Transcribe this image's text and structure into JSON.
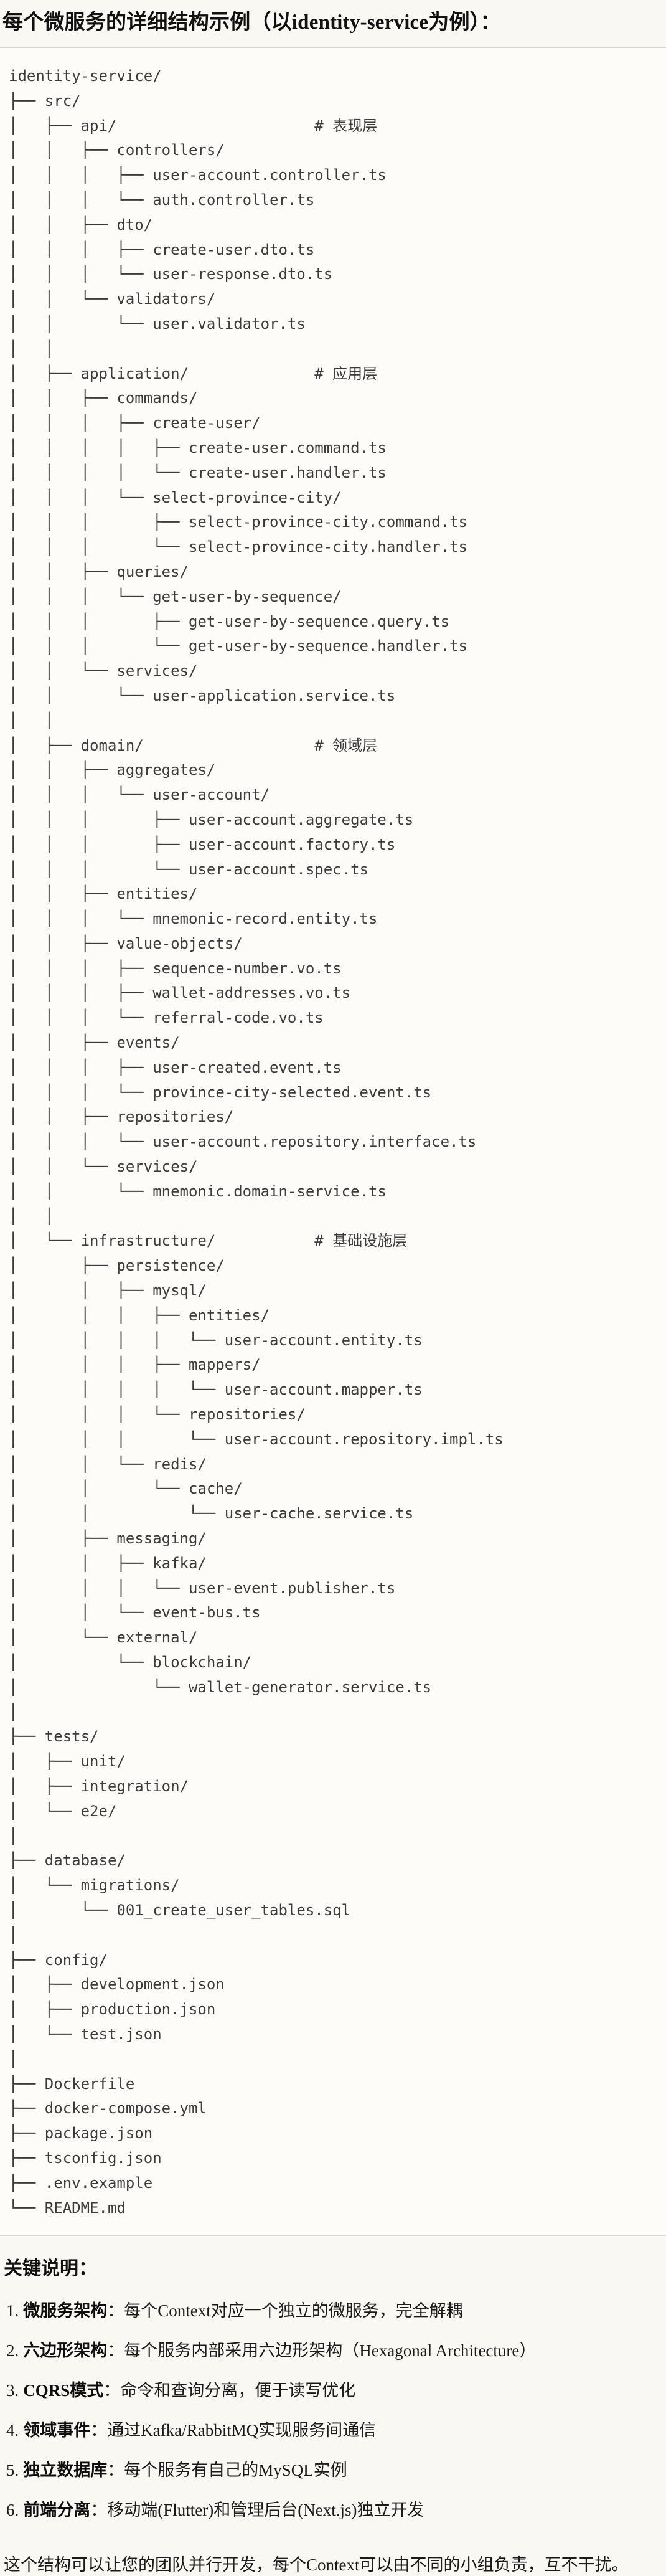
{
  "title": "每个微服务的详细结构示例（以identity-service为例）：",
  "tree": {
    "lines": [
      "identity-service/",
      "├── src/",
      "│   ├── api/                      # 表现层",
      "│   │   ├── controllers/",
      "│   │   │   ├── user-account.controller.ts",
      "│   │   │   └── auth.controller.ts",
      "│   │   ├── dto/",
      "│   │   │   ├── create-user.dto.ts",
      "│   │   │   └── user-response.dto.ts",
      "│   │   └── validators/",
      "│   │       └── user.validator.ts",
      "│   │",
      "│   ├── application/              # 应用层",
      "│   │   ├── commands/",
      "│   │   │   ├── create-user/",
      "│   │   │   │   ├── create-user.command.ts",
      "│   │   │   │   └── create-user.handler.ts",
      "│   │   │   └── select-province-city/",
      "│   │   │       ├── select-province-city.command.ts",
      "│   │   │       └── select-province-city.handler.ts",
      "│   │   ├── queries/",
      "│   │   │   └── get-user-by-sequence/",
      "│   │   │       ├── get-user-by-sequence.query.ts",
      "│   │   │       └── get-user-by-sequence.handler.ts",
      "│   │   └── services/",
      "│   │       └── user-application.service.ts",
      "│   │",
      "│   ├── domain/                   # 领域层",
      "│   │   ├── aggregates/",
      "│   │   │   └── user-account/",
      "│   │   │       ├── user-account.aggregate.ts",
      "│   │   │       ├── user-account.factory.ts",
      "│   │   │       └── user-account.spec.ts",
      "│   │   ├── entities/",
      "│   │   │   └── mnemonic-record.entity.ts",
      "│   │   ├── value-objects/",
      "│   │   │   ├── sequence-number.vo.ts",
      "│   │   │   ├── wallet-addresses.vo.ts",
      "│   │   │   └── referral-code.vo.ts",
      "│   │   ├── events/",
      "│   │   │   ├── user-created.event.ts",
      "│   │   │   └── province-city-selected.event.ts",
      "│   │   ├── repositories/",
      "│   │   │   └── user-account.repository.interface.ts",
      "│   │   └── services/",
      "│   │       └── mnemonic.domain-service.ts",
      "│   │",
      "│   └── infrastructure/           # 基础设施层",
      "│       ├── persistence/",
      "│       │   ├── mysql/",
      "│       │   │   ├── entities/",
      "│       │   │   │   └── user-account.entity.ts",
      "│       │   │   ├── mappers/",
      "│       │   │   │   └── user-account.mapper.ts",
      "│       │   │   └── repositories/",
      "│       │   │       └── user-account.repository.impl.ts",
      "│       │   └── redis/",
      "│       │       └── cache/",
      "│       │           └── user-cache.service.ts",
      "│       ├── messaging/",
      "│       │   ├── kafka/",
      "│       │   │   └── user-event.publisher.ts",
      "│       │   └── event-bus.ts",
      "│       └── external/",
      "│           └── blockchain/",
      "│               └── wallet-generator.service.ts",
      "│",
      "├── tests/",
      "│   ├── unit/",
      "│   ├── integration/",
      "│   └── e2e/",
      "│",
      "├── database/",
      "│   └── migrations/",
      "│       └── 001_create_user_tables.sql",
      "│",
      "├── config/",
      "│   ├── development.json",
      "│   ├── production.json",
      "│   └── test.json",
      "│",
      "├── Dockerfile",
      "├── docker-compose.yml",
      "├── package.json",
      "├── tsconfig.json",
      "├── .env.example",
      "└── README.md"
    ]
  },
  "notes": {
    "heading": "关键说明：",
    "items": [
      {
        "num": "1.",
        "term": "微服务架构",
        "desc": "：每个Context对应一个独立的微服务，完全解耦"
      },
      {
        "num": "2.",
        "term": "六边形架构",
        "desc": "：每个服务内部采用六边形架构（Hexagonal Architecture）"
      },
      {
        "num": "3.",
        "term": "CQRS模式",
        "desc": "：命令和查询分离，便于读写优化"
      },
      {
        "num": "4.",
        "term": "领域事件",
        "desc": "：通过Kafka/RabbitMQ实现服务间通信"
      },
      {
        "num": "5.",
        "term": "独立数据库",
        "desc": "：每个服务有自己的MySQL实例"
      },
      {
        "num": "6.",
        "term": "前端分离",
        "desc": "：移动端(Flutter)和管理后台(Next.js)独立开发"
      }
    ],
    "footer": "这个结构可以让您的团队并行开发，每个Context可以由不同的小组负责，互不干扰。"
  }
}
